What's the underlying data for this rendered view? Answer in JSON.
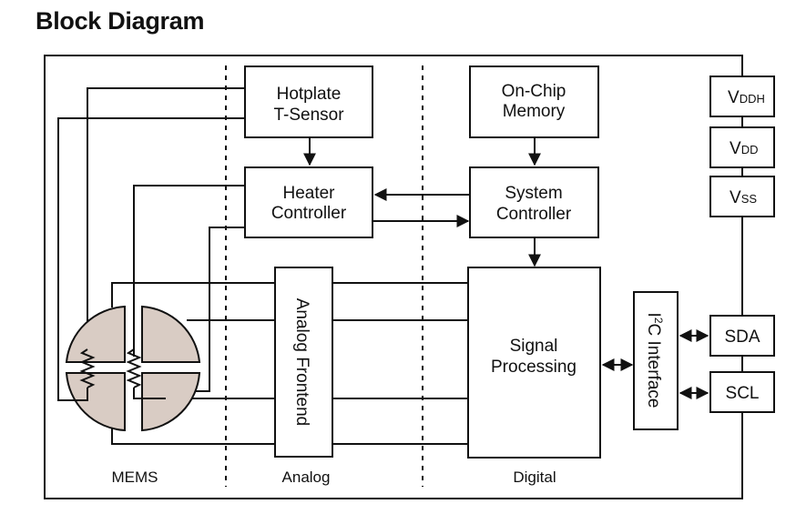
{
  "title": "Block Diagram",
  "sections": {
    "mems": "MEMS",
    "analog": "Analog",
    "digital": "Digital"
  },
  "blocks": {
    "hotplate": [
      "Hotplate",
      "T-Sensor"
    ],
    "heater": [
      "Heater",
      "Controller"
    ],
    "memory": [
      "On-Chip",
      "Memory"
    ],
    "system": [
      "System",
      "Controller"
    ],
    "analog_frontend": "Analog Frontend",
    "signal": [
      "Signal",
      "Processing"
    ],
    "i2c_prefix": "I",
    "i2c_sup": "2",
    "i2c_rest": "C Interface"
  },
  "pins": {
    "vddh_main": "V",
    "vddh_sub": "DDH",
    "vdd_main": "V",
    "vdd_sub": "DD",
    "vss_main": "V",
    "vss_sub": "SS",
    "sda": "SDA",
    "scl": "SCL"
  },
  "colors": {
    "mems_fill": "#d9ccc4",
    "line": "#111111"
  }
}
